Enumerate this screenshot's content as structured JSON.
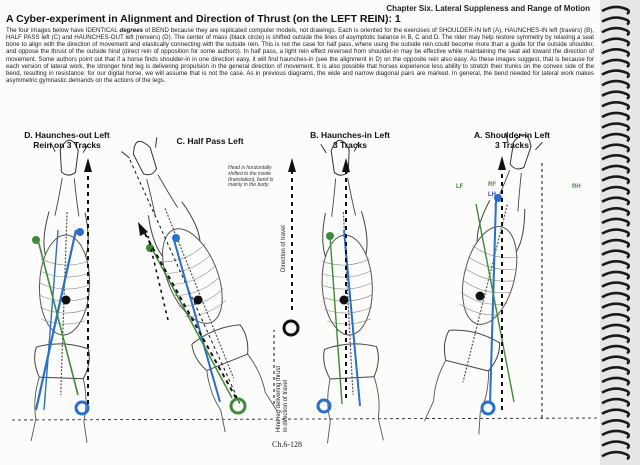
{
  "header": {
    "chapter": "Chapter Six. Lateral Suppleness and Range of Motion"
  },
  "title": "A Cyber-experiment in Alignment and Direction of Thrust (on the LEFT REIN): 1",
  "body": {
    "p1": "The four images below have IDENTICAL ",
    "p1_em": "degrees",
    "p2": " of BEND because they are replicated computer models, not drawings. Each is oriented for the exercises of SHOULDER-IN left (A), HAUNCHES-IN left (travers) (B), HALF PASS left (C) and HAUNCHES-OUT left (renvers) (D). The center of mass (black circle) is shifted outside the lines of asymptotic balance in B, C and D. The rider may help restore symmetry by relaxing a seat bone to align with the direction of movement and elastically connecting with the outside rein. This is not the case for half pass, where using the outside rein could become more than a guide for the outside shoulder, and oppose the thrust of the outside hind (direct rein of opposition for some authors). In half pass, a light rein effect reversed from shoulder-in may be effective while maintaining the seat aid toward the direction of movement. Some authors point out that if a horse finds shoulder-in in one direction easy, it will find haunches-in (see the alignment in D) on the opposite rein also easy. As these images suggest, that is because for each version of lateral work, the stronger hind leg is delivering propulsion in the general direction of movement. It is also possible that horses experience less ability to stretch their trunks on the convex side of the bend, resulting in resistance: for our digital horse, we will assume that is not the case. As in previous diagrams, the wide and narrow diagonal pairs are marked. In general, the bend needed for lateral work makes asymmetric gymnastic demands on the actions of the legs."
  },
  "figures": {
    "d": {
      "line1": "D. Haunches-out Left",
      "line2": "Rein on 3 Tracks"
    },
    "c": {
      "line1": "C. Half Pass Left"
    },
    "b": {
      "line1": "B. Haunches-in Left",
      "line2": "3 Tracks"
    },
    "a": {
      "line1": "A. Shoulder-in Left",
      "line2": "3 Tracks"
    }
  },
  "annotation": [
    "Head is horizontally",
    "shifted to the inside",
    "(translation), bend is",
    "mainly in the body."
  ],
  "direction_label": "Direction of travel",
  "hind_label": [
    "Hind leg delivering thrust",
    "in direction of travel"
  ],
  "legs": {
    "lf": "LF",
    "rf": "RF",
    "lh": "LH",
    "rh": "RH"
  },
  "page_number": "Ch.6-128",
  "colors": {
    "blue": "#2a6fc9",
    "green": "#3f8a3a",
    "lh": "#2a47c9"
  }
}
